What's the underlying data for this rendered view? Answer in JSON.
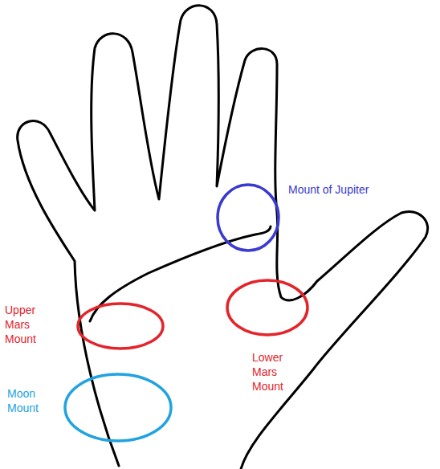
{
  "diagram": {
    "nodes": [
      {
        "text": [
          "Mount of Jupiter"
        ]
      },
      {
        "text": [
          "Upper Mars Mount"
        ]
      },
      {
        "text": [
          "Lower Mars Mount"
        ]
      },
      {
        "text": [
          "Moon Mount"
        ]
      }
    ]
  }
}
